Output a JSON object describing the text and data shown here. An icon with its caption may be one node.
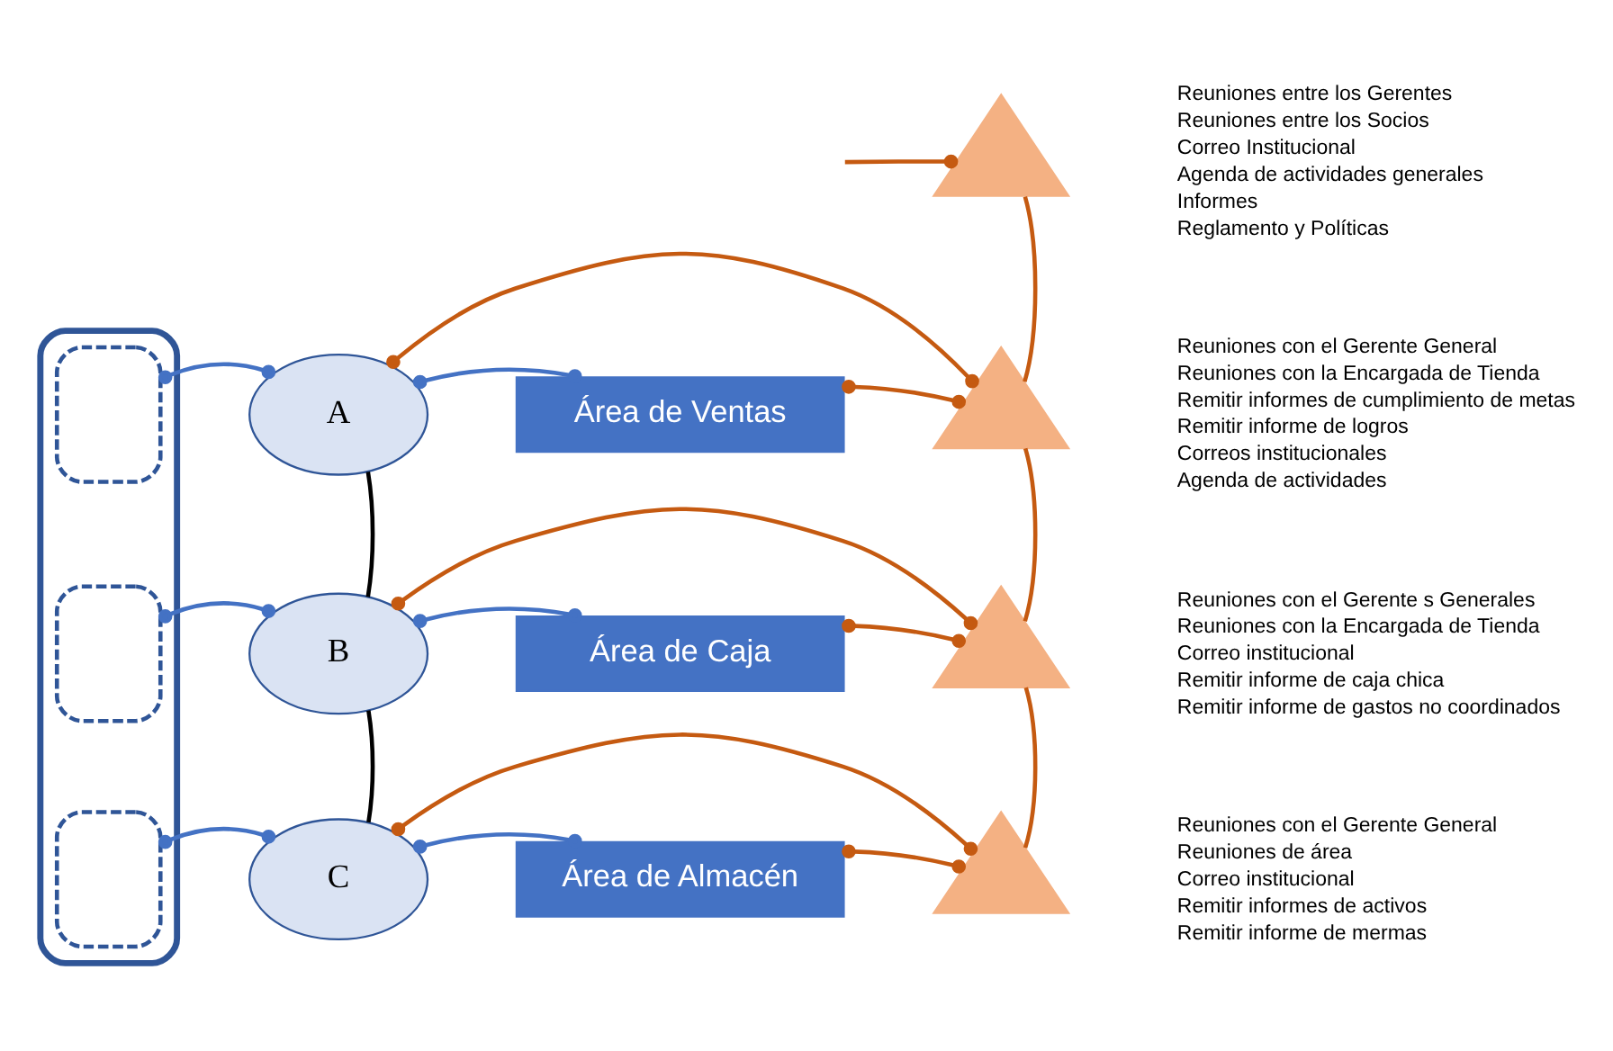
{
  "diagram": {
    "nodes": [
      {
        "text": [],
        "shape": "blob"
      },
      {
        "text": [],
        "shape": "blob",
        "in": 0
      },
      {
        "text": [],
        "shape": "blob",
        "in": 0
      },
      {
        "text": [],
        "shape": "blob",
        "in": 0
      },
      {
        "text": [
          "A"
        ]
      },
      {
        "text": [
          "B"
        ]
      },
      {
        "text": [
          "C"
        ]
      },
      {
        "text": [
          "Área de Ventas"
        ]
      },
      {
        "text": [
          "Área de Caja"
        ]
      },
      {
        "text": [
          "Área de Almacén"
        ]
      },
      {
        "text": [],
        "shape": "triangle",
        "beside": [
          "Reuniones entre los Gerentes",
          "Reuniones entre los Socios",
          "Correo Institucional",
          "Agenda de actividades generales",
          "Informes",
          "Reglamento y Políticas"
        ]
      },
      {
        "text": [],
        "shape": "triangle",
        "beside": [
          "Reuniones con el Gerente General",
          "Reuniones con la Encargada de Tienda",
          "Remitir informes de cumplimiento de metas",
          "Remitir informe de logros",
          "Correos institucionales",
          "Agenda de actividades"
        ]
      },
      {
        "text": [],
        "shape": "triangle",
        "beside": [
          "Reuniones con el Gerente s Generales",
          "Reuniones con la Encargada de Tienda",
          "Correo institucional",
          "Remitir informe de caja chica",
          "Remitir informe de gastos no coordinados"
        ]
      },
      {
        "text": [],
        "shape": "triangle",
        "beside": [
          "Reuniones con el Gerente General",
          "Reuniones de área",
          "Correo institucional",
          "Remitir informes de activos",
          "Remitir informe de mermas"
        ]
      }
    ],
    "edges": [
      {
        "from": 1,
        "to": 4,
        "arrow": "other",
        "color": "#4472c4"
      },
      {
        "from": 2,
        "to": 5,
        "arrow": "other",
        "color": "#4472c4"
      },
      {
        "from": 3,
        "to": 6,
        "arrow": "other",
        "color": "#4472c4"
      },
      {
        "from": 4,
        "to": 5,
        "arrow": "none",
        "color": "#000000"
      },
      {
        "from": 5,
        "to": 6,
        "arrow": "none",
        "color": "#000000"
      },
      {
        "from": 4,
        "to": 7,
        "arrow": "other",
        "color": "#4472c4"
      },
      {
        "from": 5,
        "to": 8,
        "arrow": "other",
        "color": "#4472c4"
      },
      {
        "from": 6,
        "to": 9,
        "arrow": "other",
        "color": "#4472c4"
      },
      {
        "from": null,
        "to": 10,
        "arrow": "other"
      },
      {
        "from": 7,
        "to": 11,
        "arrow": "other"
      },
      {
        "from": 4,
        "to": 11,
        "arrow": "other"
      },
      {
        "from": 8,
        "to": 12,
        "arrow": "other"
      },
      {
        "from": 5,
        "to": 12,
        "arrow": "other"
      },
      {
        "from": 9,
        "to": 13,
        "arrow": "other"
      },
      {
        "from": 6,
        "to": 13,
        "arrow": "other"
      },
      {
        "from": 10,
        "to": 11,
        "arrow": "none"
      },
      {
        "from": 11,
        "to": 12,
        "arrow": "none"
      },
      {
        "from": 12,
        "to": 13,
        "arrow": "none"
      }
    ]
  }
}
